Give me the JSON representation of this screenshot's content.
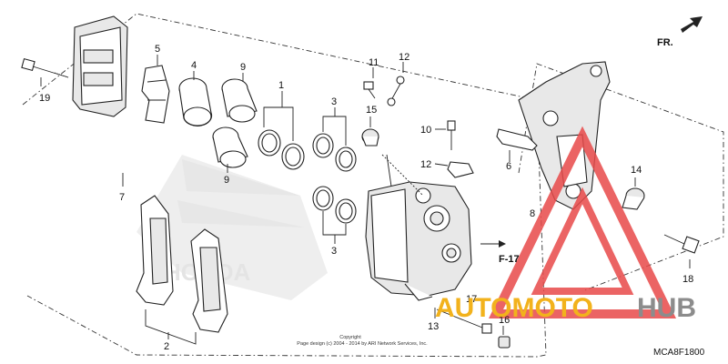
{
  "callouts": {
    "c1": "1",
    "c2": "2",
    "c3a": "3",
    "c3b": "3",
    "c4": "4",
    "c5": "5",
    "c6": "6",
    "c7": "7",
    "c8": "8",
    "c9a": "9",
    "c9b": "9",
    "c10": "10",
    "c11": "11",
    "c12a": "12",
    "c12b": "12",
    "c13": "13",
    "c14": "14",
    "c15": "15",
    "c16": "16",
    "c17": "17",
    "c18": "18",
    "c19": "19"
  },
  "reference": "F-17",
  "direction": "FR.",
  "diagram_code": "MCA8F1800",
  "copyright_line1": "Copyright",
  "copyright_line2": "Page design (c) 2004 - 2014 by ARI Network Services, Inc.",
  "watermark": {
    "part1": "AUTOMOTO",
    "part2": "HUB",
    "color1": "#f2b21c",
    "color2": "#8c8c8c",
    "triangle_color": "#e84a4a"
  },
  "colors": {
    "line": "#222222",
    "background": "#ffffff"
  }
}
